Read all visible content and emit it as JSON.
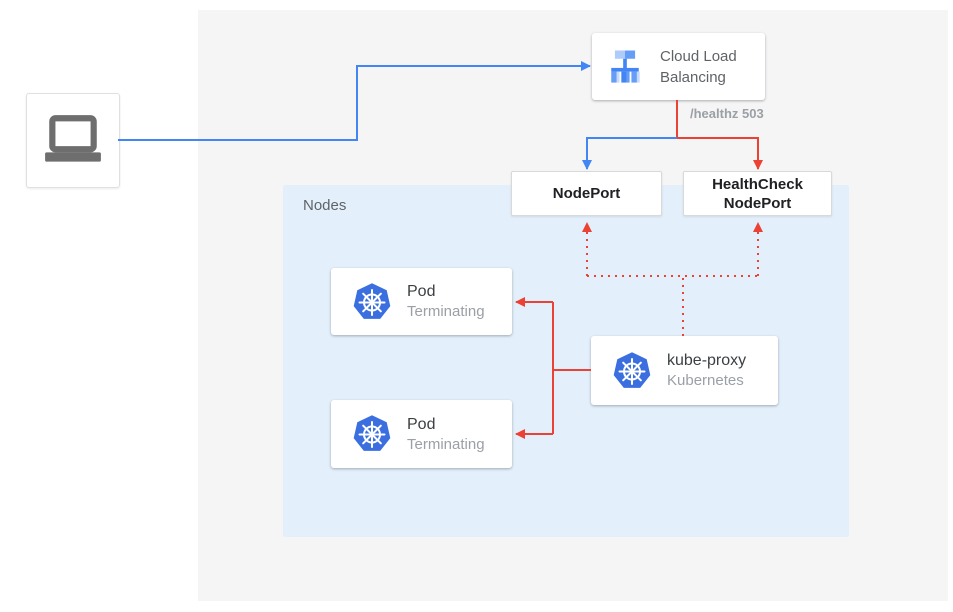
{
  "diagram": {
    "client": {
      "icon": "laptop-icon"
    },
    "load_balancer": {
      "label": "Cloud Load Balancing",
      "icon": "cloud-load-balancing-icon"
    },
    "health_check_annotation": "/healthz 503",
    "node_port_label": "NodePort",
    "health_check_node_port_label": "HealthCheck NodePort",
    "nodes_group": {
      "label": "Nodes",
      "pods": [
        {
          "title": "Pod",
          "status": "Terminating",
          "icon": "kubernetes-icon"
        },
        {
          "title": "Pod",
          "status": "Terminating",
          "icon": "kubernetes-icon"
        }
      ],
      "kube_proxy": {
        "title": "kube-proxy",
        "subtitle": "Kubernetes",
        "icon": "kubernetes-icon"
      }
    },
    "colors": {
      "request_blue": "#4285F4",
      "health_red": "#EA4335",
      "nodes_background": "#E3F0FB",
      "canvas_background": "#F5F5F5",
      "text_primary": "#202124",
      "text_secondary": "#5F6368",
      "text_muted": "#9AA0A6",
      "kubernetes_blue": "#3B6FE0",
      "laptop_gray": "#6E6E6E"
    }
  }
}
